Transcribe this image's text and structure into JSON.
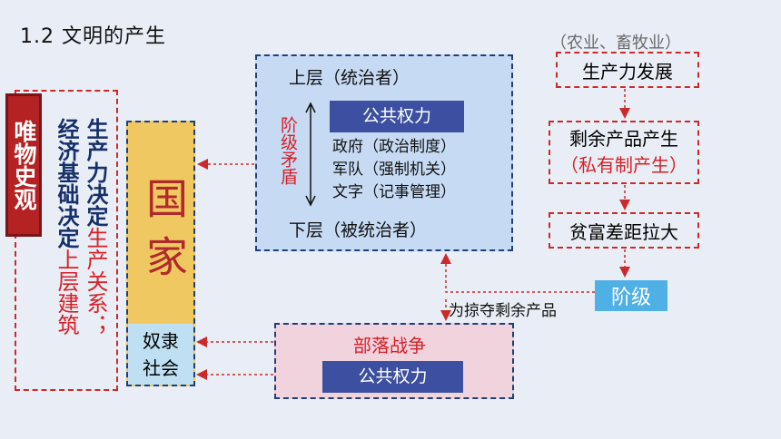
{
  "title": "1.2 文明的产生",
  "left": {
    "stamp": "唯物史观",
    "col1": "生产力决定",
    "col1_red": "生产关系；",
    "col2": "经济基础决定",
    "col2_red": "上层建筑"
  },
  "state": {
    "big": "国家",
    "small": "奴隶社会"
  },
  "top_box": {
    "upper": "上层（统治者）",
    "conflict": "阶级矛盾",
    "public_power": "公共权力",
    "items": [
      "政府（政治制度）",
      "军队（强制机关）",
      "文字（记事管理）"
    ],
    "lower": "下层（被统治者）"
  },
  "bottom_box": {
    "war": "部落战争",
    "public_power": "公共权力"
  },
  "flow": {
    "note": "（农业、畜牧业）",
    "step1": "生产力发展",
    "step2": "剩余产品产生",
    "step2_red": "（私有制产生）",
    "step3": "贫富差距拉大",
    "class": "阶级",
    "plunder": "为掠夺剩余产品"
  }
}
